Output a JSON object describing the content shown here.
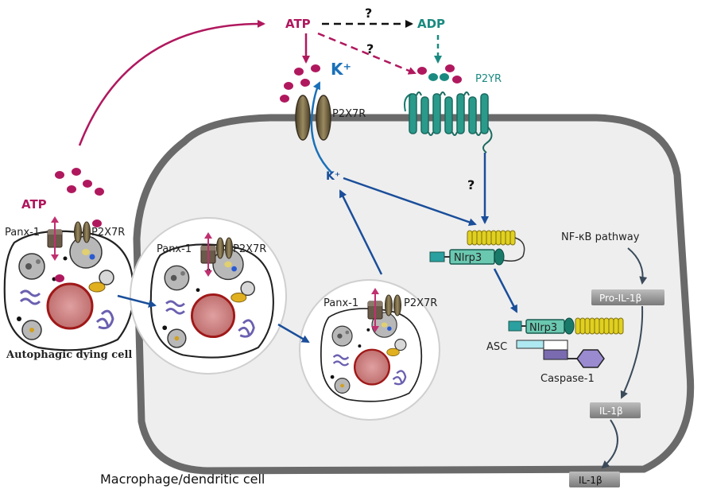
{
  "labels": {
    "atp_top": "ATP",
    "adp_top": "ADP",
    "question_1": "?",
    "question_2": "?",
    "question_3": "?",
    "k_plus_large": "K⁺",
    "k_plus_small": "K⁺",
    "p2x7r_membrane": "P2X7R",
    "p2yr": "P2YR",
    "atp_left": "ATP",
    "panx1_left": "Panx-1",
    "p2x7r_left": "P2X7R",
    "panx1_middle": "Panx-1",
    "p2x7r_middle": "P2X7R",
    "panx1_inner": "Panx-1",
    "p2x7r_inner": "P2X7R",
    "autophagic_caption": "Autophagic dying cell",
    "nlrp3_receptor": "Nlrp3",
    "nlrp3_complex": "Nlrp3",
    "asc": "ASC",
    "caspase1": "Caspase-1",
    "nfkb": "NF-κB pathway",
    "pro_il1b": "Pro-IL-1β",
    "il1b_inner": "IL-1β",
    "il1b_outer": "IL-1β",
    "macrophage_caption": "Macrophage/dendritic cell"
  },
  "colors": {
    "atp": "#b0185e",
    "adp": "#1a8a80",
    "potassium_arrow": "#1a70b8",
    "membrane": "#555555",
    "cytoplasm": "#eeeeee",
    "nucleus": "#b03030",
    "p2x7r": "#7a6a48",
    "p2yr": "#2a9a8a",
    "nlrp3": "#3aa890",
    "lrr_domain": "#e0d020",
    "caspase1": "#7a6ab0",
    "cytokine_box": "#888888"
  }
}
